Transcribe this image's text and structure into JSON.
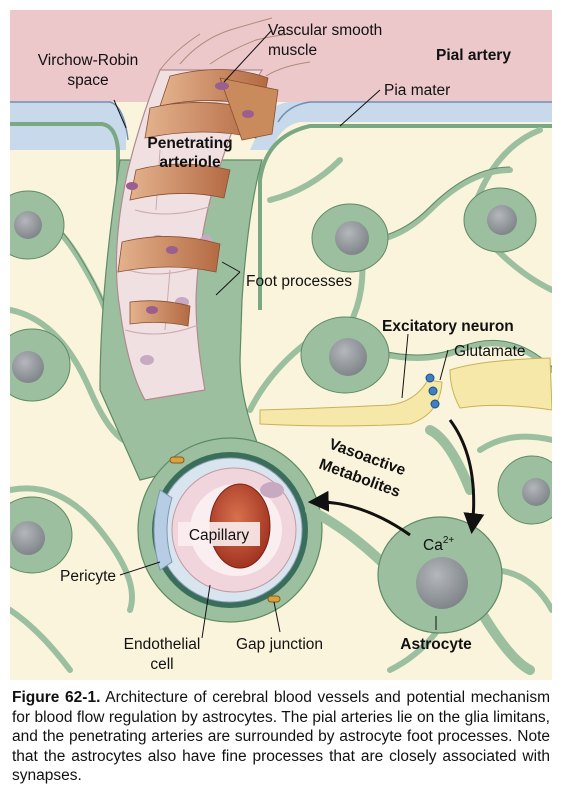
{
  "labels": {
    "virchow_robin_l1": "Virchow-Robin",
    "virchow_robin_l2": "space",
    "vascular_smooth_l1": "Vascular smooth",
    "vascular_smooth_l2": "muscle",
    "pial_artery": "Pial artery",
    "pia_mater": "Pia mater",
    "penetrating_l1": "Penetrating",
    "penetrating_l2": "arteriole",
    "foot_processes": "Foot processes",
    "excitatory_neuron": "Excitatory neuron",
    "glutamate": "Glutamate",
    "vasoactive": "Vasoactive",
    "metabolites": "Metabolites",
    "capillary": "Capillary",
    "ca_base": "Ca",
    "ca_sup": "2+",
    "pericyte": "Pericyte",
    "endothelial_l1": "Endothelial",
    "endothelial_l2": "cell",
    "gap_junction": "Gap junction",
    "astrocyte": "Astrocyte"
  },
  "caption": {
    "figure_label": "Figure 62-1.",
    "text": "Architecture of cerebral blood vessels and potential mechanism for blood flow regulation by astrocytes. The pial arteries lie on the glia limitans, and the penetrating arteries are surrounded by astrocyte foot processes. Note that the astrocytes also have fine processes that are closely associated with synapses."
  },
  "colors": {
    "pial_artery_bg": "#ecc8cb",
    "pia_mater": "#c9d9ec",
    "brain_tissue": "#fbf4dc",
    "astrocyte": "#9cc09f",
    "astrocyte_outline": "#5e8a64",
    "smooth_muscle": "#c98a5c",
    "arteriole_wall": "#f1e0e2",
    "blood_cell": "#b8452b",
    "neuron_axon": "#f6e8a8",
    "glutamate_dot": "#3f7fc4"
  }
}
